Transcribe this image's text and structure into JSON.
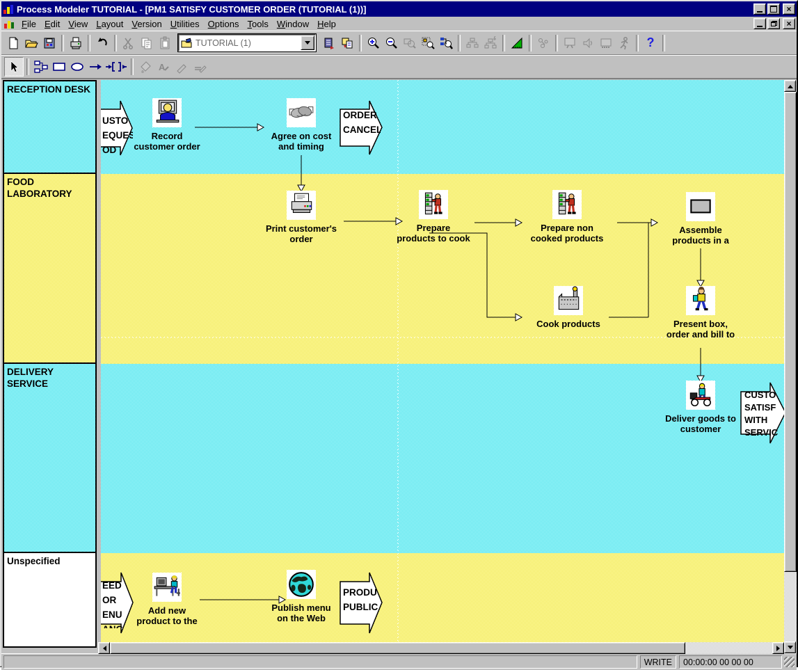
{
  "window": {
    "title": "Process Modeler TUTORIAL - [PM1 SATISFY CUSTOMER ORDER (TUTORIAL (1))]"
  },
  "menubar": {
    "items": [
      "File",
      "Edit",
      "View",
      "Layout",
      "Version",
      "Utilities",
      "Options",
      "Tools",
      "Window",
      "Help"
    ]
  },
  "toolbar": {
    "diagram_selector_value": "TUTORIAL (1)",
    "help_glyph": "?"
  },
  "lanes": {
    "items": [
      {
        "name": "RECEPTION DESK"
      },
      {
        "name": "FOOD\nLABORATORY"
      },
      {
        "name": "DELIVERY\nSERVICE"
      },
      {
        "name": "Unspecified"
      }
    ]
  },
  "diagram": {
    "nodes": {
      "record": {
        "label": "Record\ncustomer order"
      },
      "agree": {
        "label": "Agree on cost\nand timing"
      },
      "print": {
        "label": "Print customer's\norder"
      },
      "prepare_cook": {
        "label": "Prepare\nproducts to cook"
      },
      "prepare_non": {
        "label": "Prepare non\ncooked products"
      },
      "assemble": {
        "label": "Assemble\nproducts in a"
      },
      "cook": {
        "label": "Cook products"
      },
      "present": {
        "label": "Present box,\norder and bill to"
      },
      "deliver": {
        "label": "Deliver goods to\ncustomer"
      },
      "add_new": {
        "label": "Add new\nproduct to the"
      },
      "publish": {
        "label": "Publish menu\non the Web"
      }
    },
    "events": {
      "customer_request": {
        "text": "USTO\nEQUES\nOD"
      },
      "order_cancelled": {
        "text": "ORDER\nCANCEL"
      },
      "customer_satisfied": {
        "text": "CUSTO\nSATISF\nWITH\nSERVIC"
      },
      "need_menu": {
        "text": "EED\nOR\nENU\nANG"
      },
      "product_published": {
        "text": "PRODU\nPUBLIC"
      }
    }
  },
  "statusbar": {
    "mode": "WRITE",
    "clock": "00:00:00 00 00 00"
  },
  "colors": {
    "titlebar": "#000080",
    "chrome": "#c0c0c0",
    "lane_cyan": "#80eef4",
    "lane_yellow": "#f8f280"
  }
}
